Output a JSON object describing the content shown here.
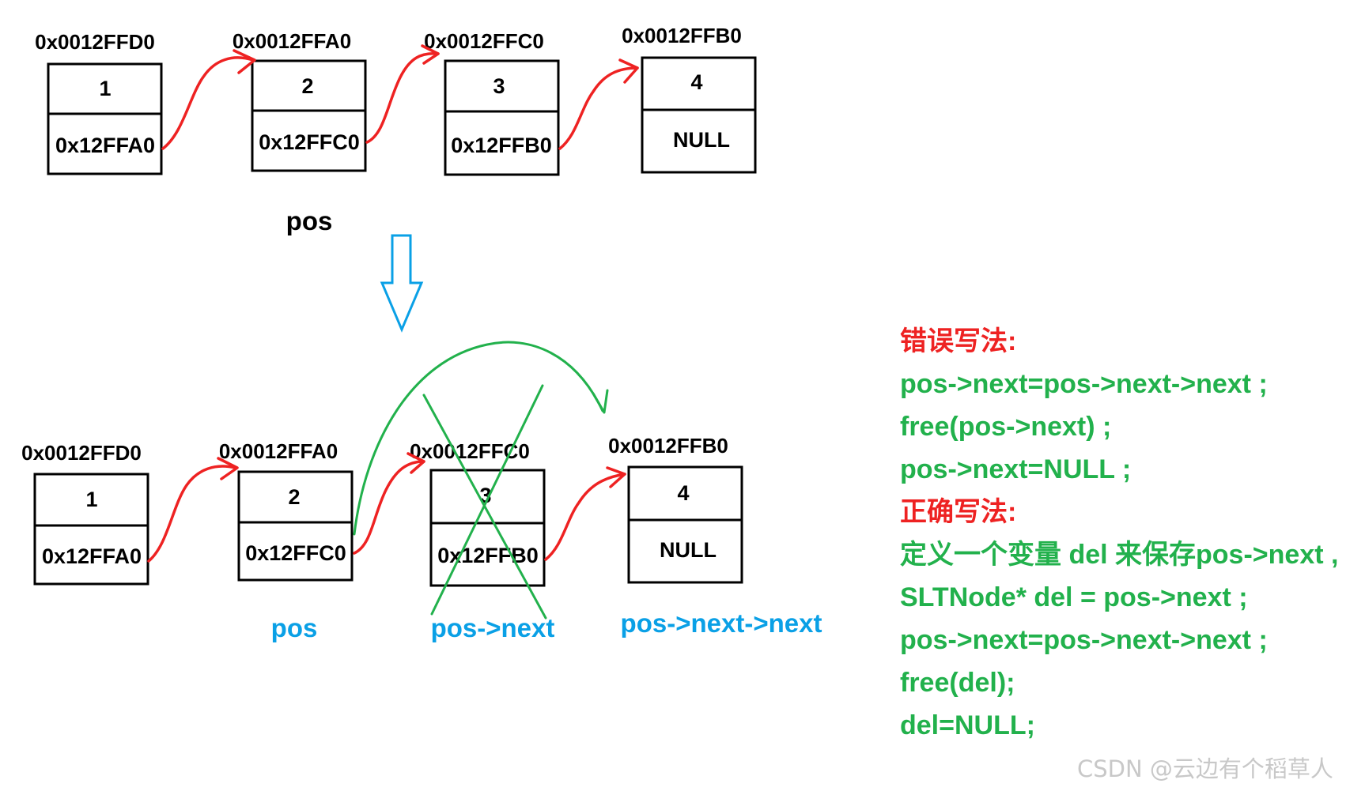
{
  "colors": {
    "text": "#000000",
    "arrow_red": "#ee2222",
    "cross_green": "#22b14c",
    "code_green": "#22b14c",
    "heading_red": "#ee2222",
    "pointer_blue": "#0aa0e6",
    "down_arrow_blue": "#0aa0e6",
    "watermark": "#c8c8c8"
  },
  "top_list": {
    "nodes": [
      {
        "address": "0x0012FFD0",
        "value": "1",
        "next": "0x12FFA0"
      },
      {
        "address": "0x0012FFA0",
        "value": "2",
        "next": "0x12FFC0"
      },
      {
        "address": "0x0012FFC0",
        "value": "3",
        "next": "0x12FFB0"
      },
      {
        "address": "0x0012FFB0",
        "value": "4",
        "next": "NULL"
      }
    ],
    "pointer_label": "pos"
  },
  "bottom_list": {
    "nodes": [
      {
        "address": "0x0012FFD0",
        "value": "1",
        "next": "0x12FFA0"
      },
      {
        "address": "0x0012FFA0",
        "value": "2",
        "next": "0x12FFC0"
      },
      {
        "address": "0x0012FFC0",
        "value": "3",
        "next": "0x12FFB0"
      },
      {
        "address": "0x0012FFB0",
        "value": "4",
        "next": "NULL"
      }
    ],
    "pointer_labels": [
      "pos",
      "pos->next",
      "pos->next->next"
    ]
  },
  "code": {
    "wrong_heading": "错误写法:",
    "wrong_lines": [
      "pos->next=pos->next->next ;",
      "free(pos->next) ;",
      "pos->next=NULL ;"
    ],
    "right_heading": "正确写法:",
    "right_lines": [
      "定义一个变量 del 来保存pos->next ,",
      "SLTNode* del = pos->next ;",
      "pos->next=pos->next->next ;",
      "free(del);",
      "del=NULL;"
    ]
  },
  "watermark": "CSDN @云边有个稻草人"
}
